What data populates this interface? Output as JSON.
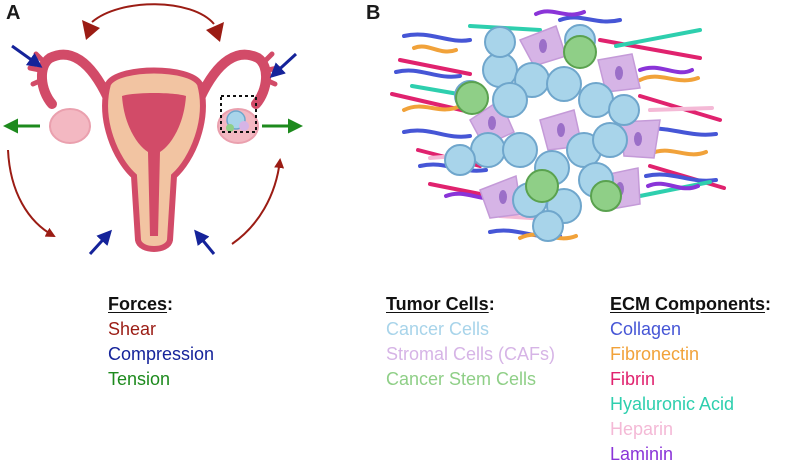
{
  "panels": {
    "a_label": "A",
    "b_label": "B"
  },
  "colors": {
    "shear": "#9b1c14",
    "compression": "#15239a",
    "tension": "#1d8a1d",
    "cancer": "#a8d4ea",
    "stromal": "#d6b4e6",
    "stem": "#8fcf87",
    "collagen": "#4656d6",
    "fibronectin": "#f1a23a",
    "fibrin": "#e0226e",
    "hyaluronic": "#2ecfae",
    "heparin": "#f4b9d6",
    "laminin": "#8a34d8",
    "uterus_outer": "#d24b68",
    "uterus_inner": "#f2c4a2"
  },
  "legends": {
    "forces": {
      "heading": "Forces",
      "items": [
        {
          "label": "Shear",
          "color": "#9b1c14"
        },
        {
          "label": "Compression",
          "color": "#15239a"
        },
        {
          "label": "Tension",
          "color": "#1d8a1d"
        }
      ]
    },
    "tumor_cells": {
      "heading": "Tumor Cells",
      "items": [
        {
          "label": "Cancer Cells",
          "color": "#a8d4ea"
        },
        {
          "label": "Stromal Cells (CAFs)",
          "color": "#d6b4e6"
        },
        {
          "label": "Cancer Stem Cells",
          "color": "#8fcf87"
        }
      ]
    },
    "ecm": {
      "heading": "ECM Components",
      "items": [
        {
          "label": "Collagen",
          "color": "#4656d6"
        },
        {
          "label": "Fibronectin",
          "color": "#f1a23a"
        },
        {
          "label": "Fibrin",
          "color": "#e0226e"
        },
        {
          "label": "Hyaluronic Acid",
          "color": "#2ecfae"
        },
        {
          "label": "Heparin",
          "color": "#f4b9d6"
        },
        {
          "label": "Laminin",
          "color": "#8a34d8"
        }
      ]
    }
  }
}
